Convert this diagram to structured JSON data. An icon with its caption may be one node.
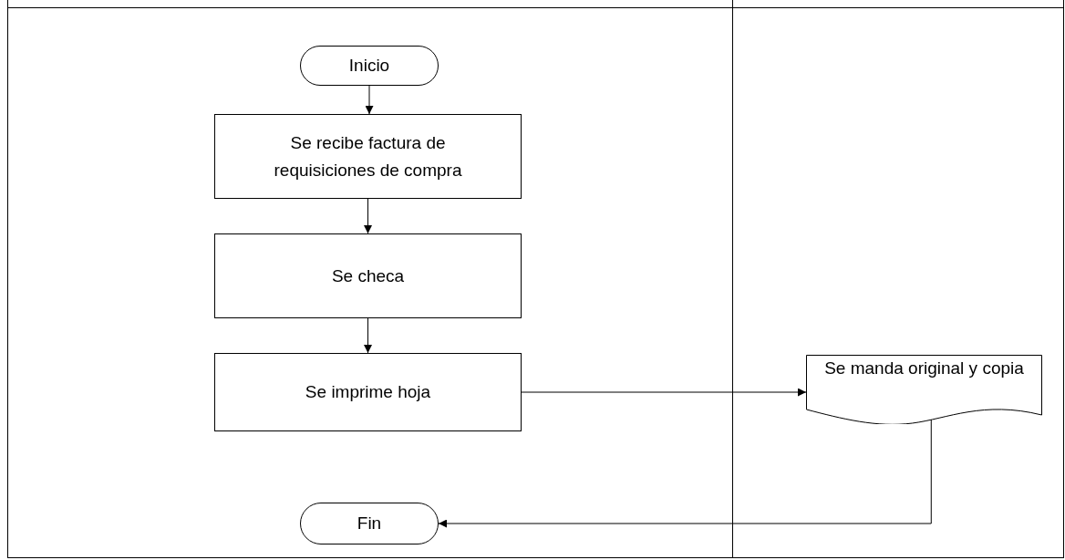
{
  "diagram": {
    "nodes": [
      {
        "text": [
          "Inicio"
        ]
      },
      {
        "text": [
          "Se recibe factura de requisiciones de compra"
        ]
      },
      {
        "text": [
          "Se checa"
        ]
      },
      {
        "text": [
          "Se imprime hoja"
        ]
      },
      {
        "text": [
          "Se manda original y copia"
        ]
      },
      {
        "text": [
          "Fin"
        ]
      }
    ],
    "edges": [
      {
        "from": 0,
        "to": 1,
        "arrow": "to"
      },
      {
        "from": 1,
        "to": 2,
        "arrow": "to"
      },
      {
        "from": 2,
        "to": 3,
        "arrow": "to"
      },
      {
        "from": 3,
        "to": 4,
        "arrow": "to"
      },
      {
        "from": 4,
        "to": 5,
        "arrow": "to"
      }
    ]
  }
}
